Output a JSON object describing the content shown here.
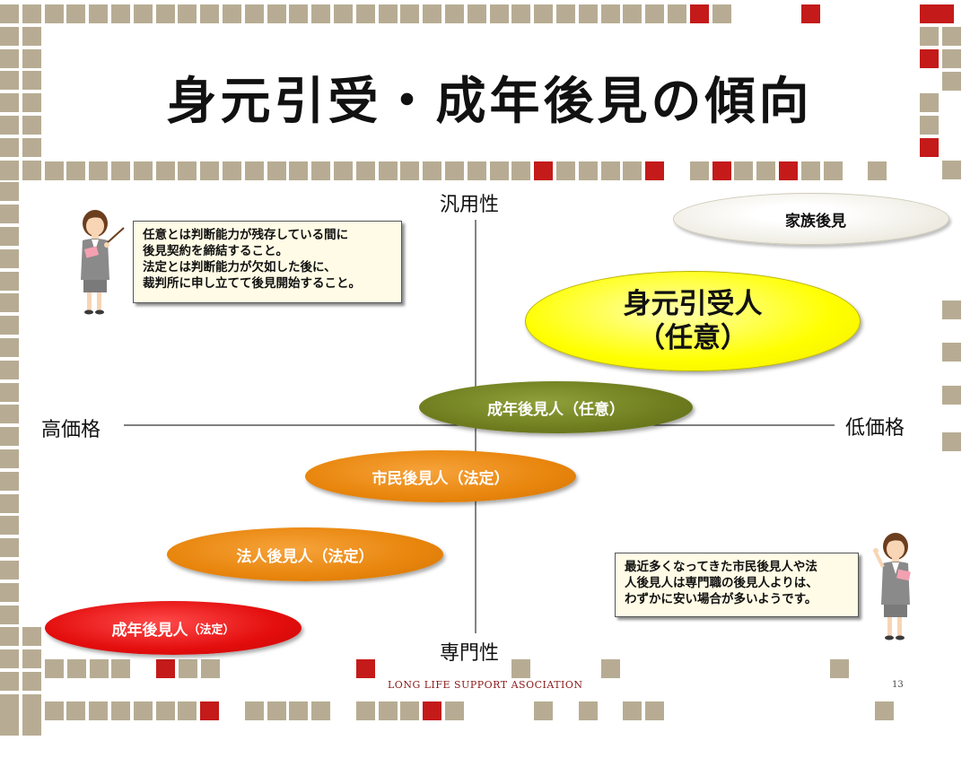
{
  "slide": {
    "title": "身元引受・成年後見の傾向",
    "footer": "LONG LIFE SUPPORT ASOCIATION",
    "page_number": "13"
  },
  "axes": {
    "top": "汎用性",
    "bottom": "専門性",
    "left": "高価格",
    "right": "低価格"
  },
  "items": {
    "family": "家族後見",
    "mimoto_line1": "身元引受人",
    "mimoto_line2": "（任意）",
    "seinen_nini": "成年後見人（任意）",
    "shimin": "市民後見人（法定）",
    "houjin": "法人後見人（法定）",
    "seinen_hotei_main": "成年後見人",
    "seinen_hotei_sub": "（法定）"
  },
  "notes": {
    "top_left": [
      "任意とは判断能力が残存している間に",
      "後見契約を締結すること。",
      "法定とは判断能力が欠如した後に、",
      "裁判所に申し立てて後見開始すること。"
    ],
    "bottom_right": [
      "最近多くなってきた市民後見人や法",
      "人後見人は専門職の後見人よりは、",
      "わずかに安い場合が多いようです。"
    ]
  },
  "colors": {
    "tile_beige": "#b7ac93",
    "tile_red": "#c41a1a",
    "yellow": "#ffff00",
    "olive": "#6f7d1f",
    "orange": "#e8850c",
    "red": "#e30d0d",
    "family_bg": "#f2f0e6"
  }
}
